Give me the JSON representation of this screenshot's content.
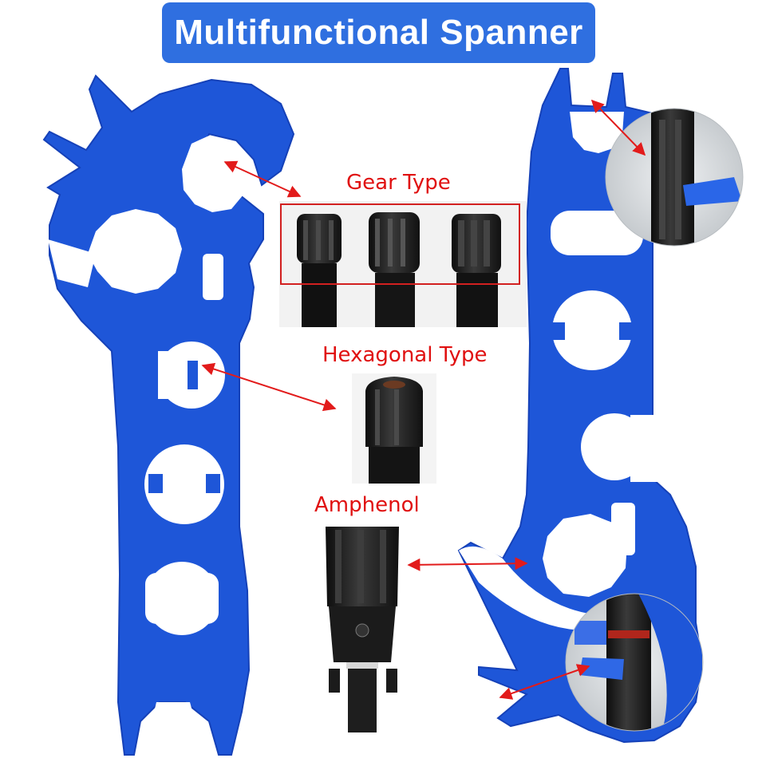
{
  "title": "Multifunctional Spanner",
  "labels": {
    "gear_type": "Gear Type",
    "hexagonal_type": "Hexagonal Type",
    "amphenol": "Amphenol"
  },
  "colors": {
    "banner_bg": "#2f6fe0",
    "banner_text": "#ffffff",
    "spanner_blue": "#1e56d8",
    "spanner_edge": "#1541b8",
    "label_red": "#e01010",
    "label_black": "#111111",
    "arrow_red": "#e21b1b",
    "gear_box_border": "#d22020",
    "connector_black": "#1c1c1c"
  },
  "icons": {
    "arrow": "double-headed-arrow-icon",
    "connector": "solar-connector-icon"
  }
}
